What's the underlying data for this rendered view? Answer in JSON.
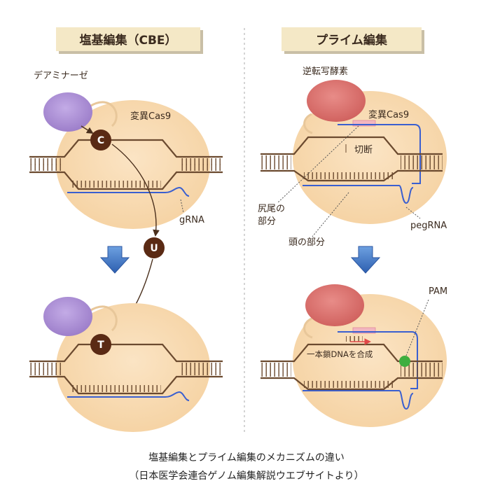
{
  "colors": {
    "background": "#ffffff",
    "cas9_body": "#f9dcb4",
    "header_fill": "#f4e8c6",
    "dna_strand": "#6b4a2f",
    "guide_rna": "#3a5fd0",
    "deaminase": "#a98bd3",
    "reverse_transcriptase": "#d9706e",
    "nucleotide_ball": "#5a2a14",
    "pam": "#3fae3f",
    "arrow_blue": "#3f78c8",
    "synthesis_arrow": "#e04848"
  },
  "cbe": {
    "title": "塩基編集（CBE）",
    "deaminase_label": "デアミナーゼ",
    "cas9_label": "変異Cas9",
    "grna_label": "gRNA",
    "base_c": "C",
    "base_u": "U",
    "base_t": "T"
  },
  "pe": {
    "title": "プライム編集",
    "rt_label": "逆転写酵素",
    "cas9_label": "変異Cas9",
    "cut_label": "切断",
    "tail_label": "尻尾の\n部分",
    "head_label": "頭の部分",
    "pegrna_label": "pegRNA",
    "pam_label": "PAM",
    "synthesis_label": "一本鎖DNAを合成"
  },
  "caption": {
    "line1": "塩基編集とプライム編集のメカニズムの違い",
    "line2": "（日本医学会連合ゲノム編集解説ウエブサイトより）"
  }
}
